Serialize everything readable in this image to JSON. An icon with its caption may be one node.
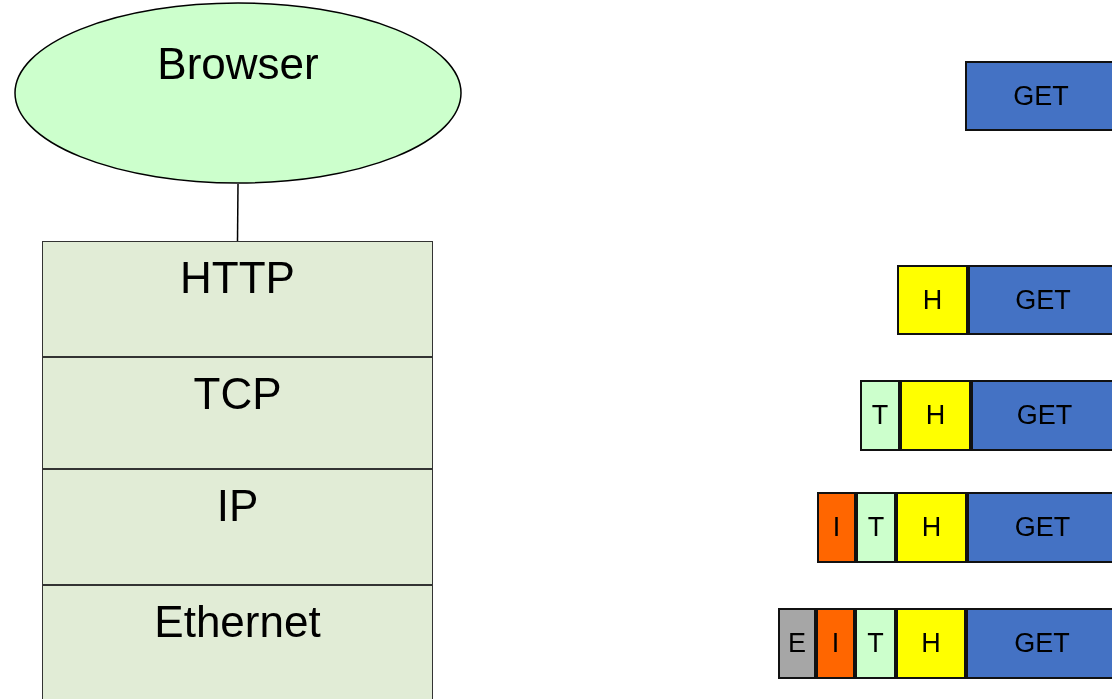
{
  "diagram": {
    "nodes": [
      {
        "text": [
          "Browser"
        ]
      },
      {
        "text": [
          "HTTP"
        ]
      },
      {
        "text": [
          "TCP"
        ]
      },
      {
        "text": [
          "IP"
        ]
      },
      {
        "text": [
          "Ethernet"
        ]
      },
      {
        "text": [
          "GET"
        ]
      },
      {
        "text": [
          "H"
        ]
      },
      {
        "text": [
          "GET"
        ]
      },
      {
        "text": [
          "T"
        ]
      },
      {
        "text": [
          "H"
        ]
      },
      {
        "text": [
          "GET"
        ]
      },
      {
        "text": [
          "I"
        ]
      },
      {
        "text": [
          "T"
        ]
      },
      {
        "text": [
          "H"
        ]
      },
      {
        "text": [
          "GET"
        ]
      },
      {
        "text": [
          "E"
        ]
      },
      {
        "text": [
          "I"
        ]
      },
      {
        "text": [
          "T"
        ]
      },
      {
        "text": [
          "H"
        ]
      },
      {
        "text": [
          "GET"
        ]
      }
    ],
    "edges": [
      {
        "from": 0,
        "to": 1,
        "arrow": "none"
      }
    ]
  }
}
